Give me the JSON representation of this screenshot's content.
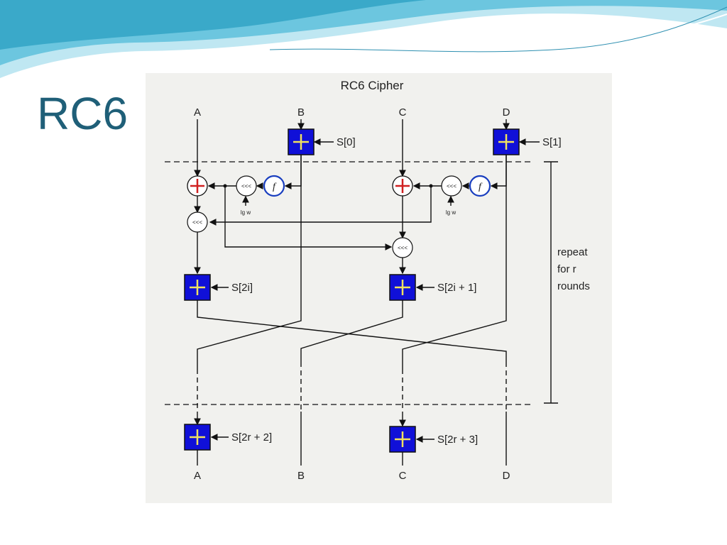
{
  "slide": {
    "title": "RC6"
  },
  "diagram": {
    "title": "RC6 Cipher",
    "inputs": [
      "A",
      "B",
      "C",
      "D"
    ],
    "outputs": [
      "A",
      "B",
      "C",
      "D"
    ],
    "subkeys": {
      "s0": "S[0]",
      "s1": "S[1]",
      "s2i": "S[2i]",
      "s2i1": "S[2i + 1]",
      "s2r2": "S[2r + 2]",
      "s2r3": "S[2r + 3]"
    },
    "rotate_symbol": "<<<",
    "function_symbol": "f",
    "lgw_label": "lg w",
    "repeat_label": [
      "repeat",
      "for r",
      "rounds"
    ]
  },
  "colors": {
    "title": "#1f5f78",
    "add_block": "#1010d8",
    "add_cross": "#f0e060",
    "xor_cross": "#d02020",
    "f_ring": "#1a3fbf",
    "wave_dark": "#3aa9c9",
    "wave_light": "#bfe7f2"
  }
}
